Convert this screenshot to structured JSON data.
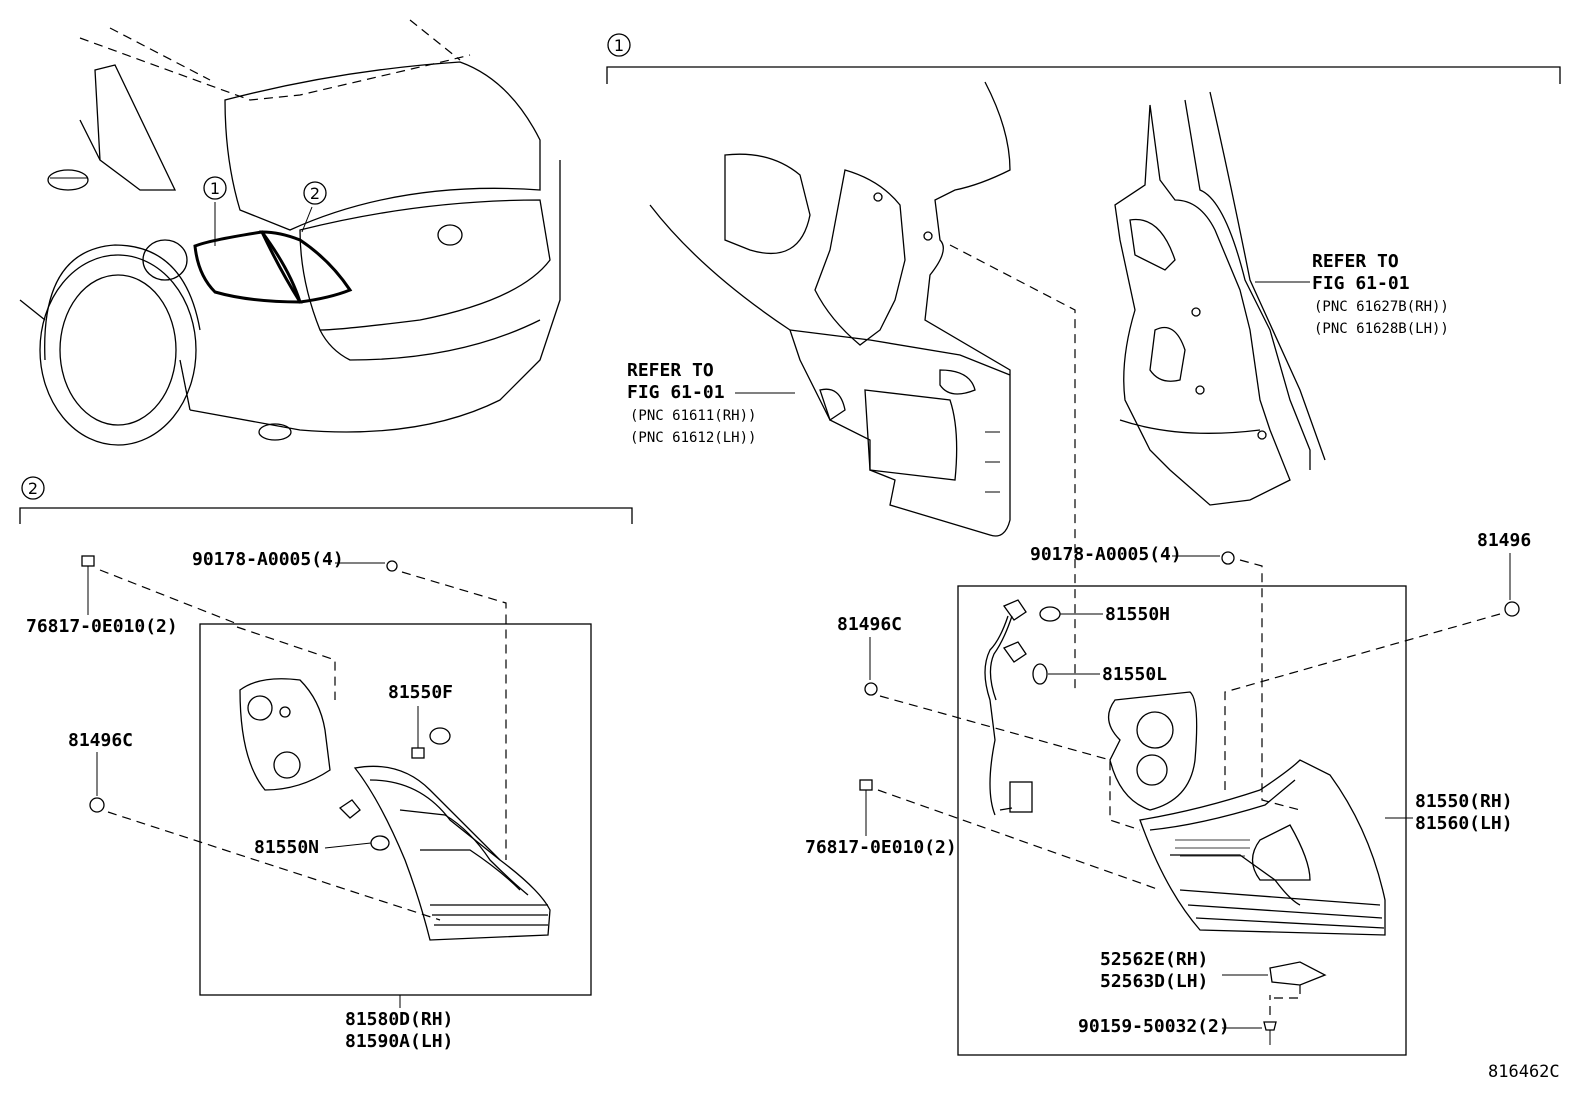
{
  "callouts": {
    "one": "1",
    "two": "2"
  },
  "refs": {
    "quarter_panel": {
      "title": "REFER TO",
      "fig": "FIG 61-01",
      "pnc_rh": "(PNC 61611(RH))",
      "pnc_lh": "(PNC 61612(LH))"
    },
    "back_panel": {
      "title": "REFER TO",
      "fig": "FIG 61-01",
      "pnc_rh": "(PNC 61627B(RH))",
      "pnc_lh": "(PNC 61628B(LH))"
    }
  },
  "group2": {
    "nut": "90178-A0005(4)",
    "clip": "76817-0E010(2)",
    "cushion": "81496C",
    "socket_f": "81550F",
    "bulb_n": "81550N",
    "lamp_rh": "81580D(RH)",
    "lamp_lh": "81590A(LH)"
  },
  "group1": {
    "nut": "90178-A0005(4)",
    "cushion_c": "81496C",
    "cushion": "81496",
    "clip": "76817-0E010(2)",
    "bulb_h": "81550H",
    "bulb_l": "81550L",
    "lamp_rh": "81550(RH)",
    "lamp_lh": "81560(LH)",
    "bracket_rh": "52562E(RH)",
    "bracket_lh": "52563D(LH)",
    "screw": "90159-50032(2)"
  },
  "figure_id": "816462C"
}
